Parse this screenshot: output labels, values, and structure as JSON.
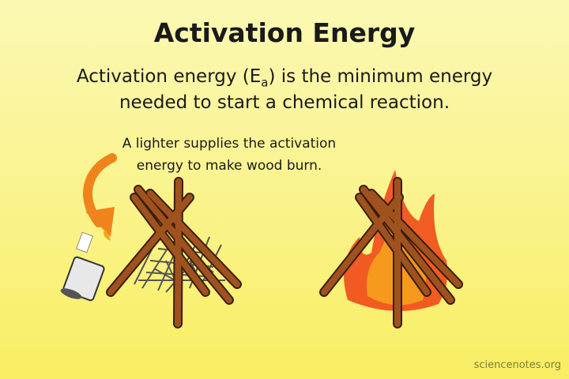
{
  "title": "Activation Energy",
  "definition": {
    "line1_pre": "Activation energy (E",
    "line1_subscript": "a",
    "line1_post": ") is the minimum energy",
    "line2": "needed to start a chemical reaction."
  },
  "caption": {
    "line1": "A lighter supplies the activation",
    "line2": "energy to make wood burn."
  },
  "watermark": "sciencenotes.org",
  "colors": {
    "arrow": "#f0841c",
    "wood": "#a0521e",
    "flame_outer": "#f04a1a",
    "flame_inner": "#f7a51c"
  }
}
